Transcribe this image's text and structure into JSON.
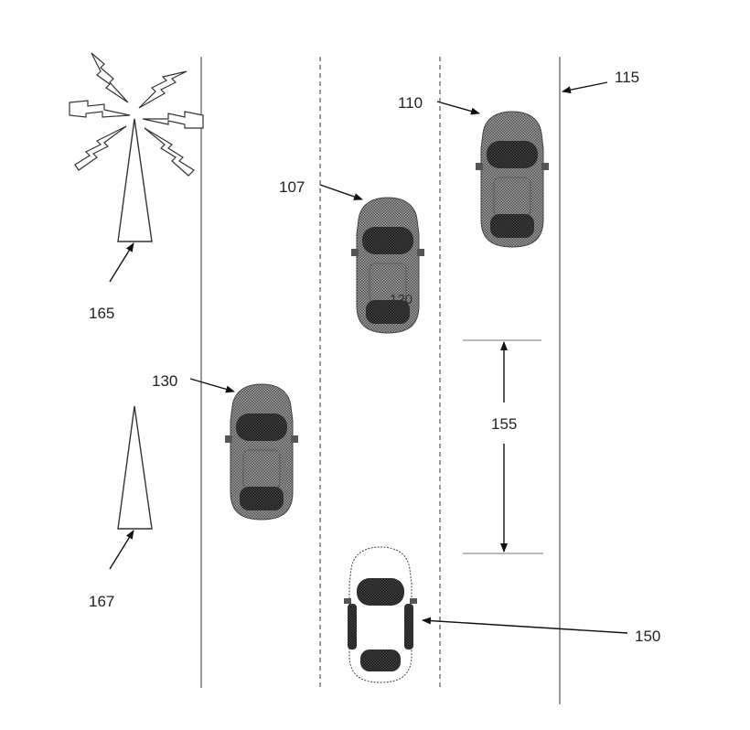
{
  "labels": {
    "ref_115": "115",
    "ref_110": "110",
    "ref_107": "107",
    "ref_120": "120",
    "ref_165": "165",
    "ref_130": "130",
    "ref_155": "155",
    "ref_167": "167",
    "ref_150": "150"
  },
  "colors": {
    "vehicle_body": "#7a7a7a",
    "vehicle_glass": "#2b2b2b",
    "host_vehicle_body": "#ffffff",
    "lines": "#555555"
  }
}
